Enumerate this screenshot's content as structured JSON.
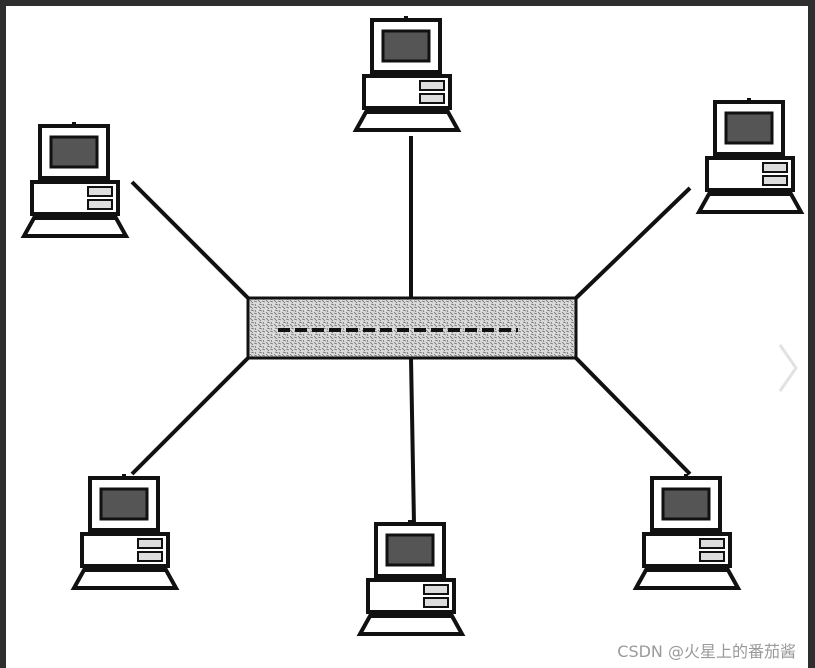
{
  "diagram": {
    "type": "star-topology",
    "hub": {
      "name": "hub"
    },
    "computers": [
      {
        "name": "computer-top"
      },
      {
        "name": "computer-top-left"
      },
      {
        "name": "computer-top-right"
      },
      {
        "name": "computer-bottom-left"
      },
      {
        "name": "computer-bottom"
      },
      {
        "name": "computer-bottom-right"
      }
    ]
  },
  "watermark": "CSDN @火星上的番茄酱",
  "colors": {
    "line": "#111111",
    "screen": "#555555",
    "hub_fill": "#d9d9d9",
    "background": "#ffffff"
  }
}
